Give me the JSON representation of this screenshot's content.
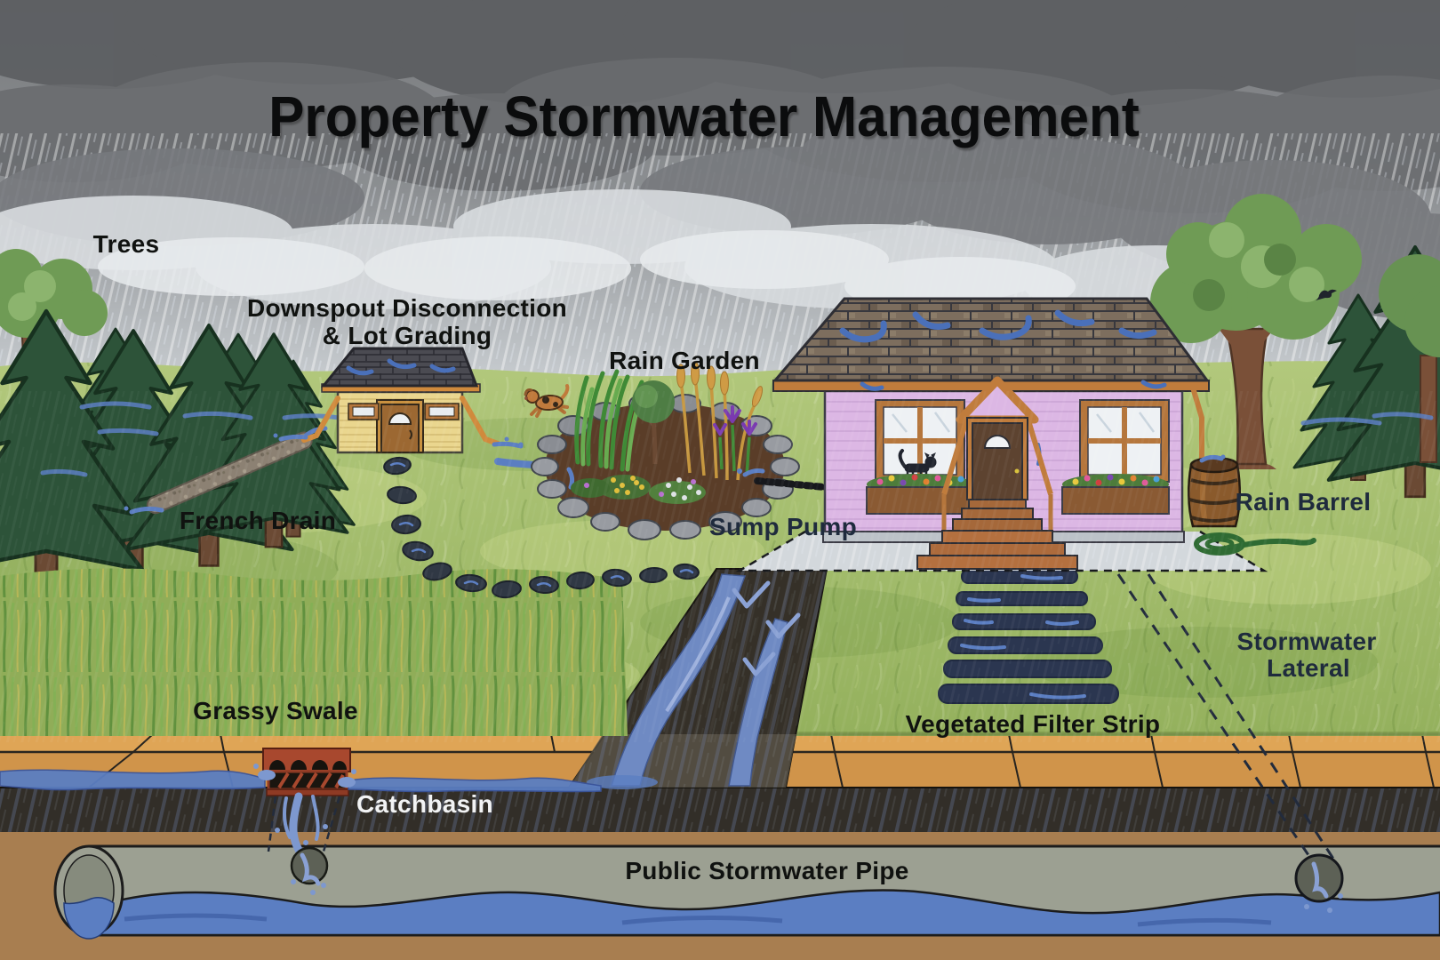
{
  "title": "Property Stormwater Management",
  "labels": {
    "trees": "Trees",
    "downspout_line1": "Downspout Disconnection",
    "downspout_line2": "& Lot Grading",
    "rain_garden": "Rain Garden",
    "french_drain": "French Drain",
    "sump_pump": "Sump Pump",
    "rain_barrel": "Rain Barrel",
    "stormwater_lateral_line1": "Stormwater",
    "stormwater_lateral_line2": "Lateral",
    "grassy_swale": "Grassy Swale",
    "catchbasin": "Catchbasin",
    "vegetated_filter_strip": "Vegetated Filter Strip",
    "public_stormwater_pipe": "Public Stormwater Pipe"
  },
  "colors": {
    "label_dark": "#101210",
    "label_navy": "#1f2b3d",
    "label_light": "#f2f3f4",
    "sky_gray": "#7d7f82",
    "cloud_dark": "#5d5f62",
    "rain_light": "#dfe4e8",
    "grass_green": "#a3bf6c",
    "water_blue": "#5b7ec2",
    "sidewalk_orange": "#d0944a",
    "road_dark": "#322e28",
    "soil_brown": "#a87e50",
    "pipe_gray": "#9ca092",
    "house_pink": "#dcb7e4",
    "shed_yellow": "#ead68e",
    "trim_brown": "#c07c3c"
  }
}
